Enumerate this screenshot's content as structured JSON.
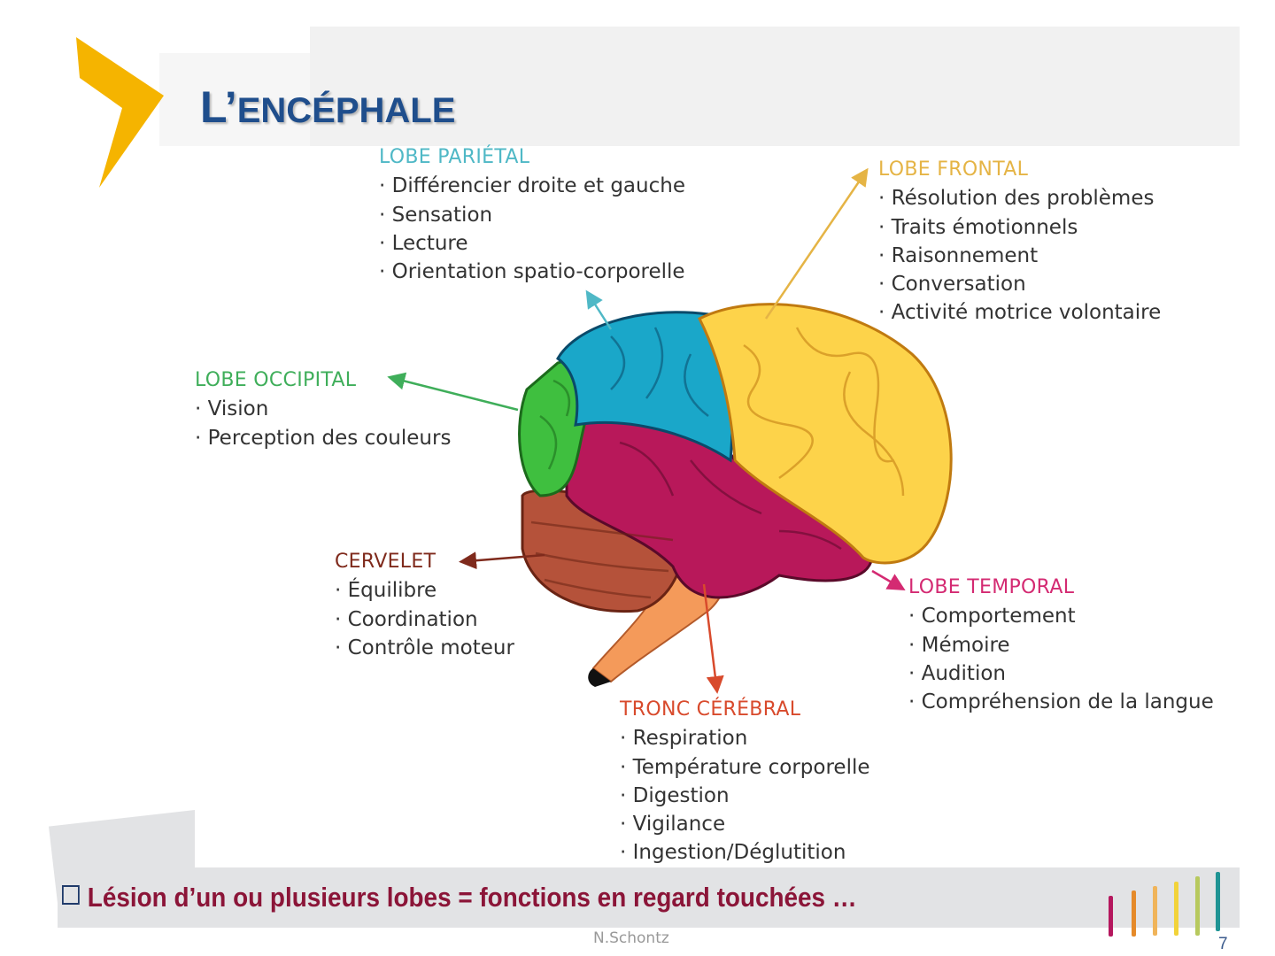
{
  "slide": {
    "title_initial": "L’",
    "title_rest": "ENCÉPHALE",
    "page_number": "7",
    "author": "N.Schontz",
    "conclusion": "Lésion d’un ou plusieurs lobes = fonctions en regard touchées …",
    "bullet_icon": "hollow-square-bullet",
    "accent_color": "#f5b400",
    "title_color": "#1f4e8c"
  },
  "lobes": {
    "parietal": {
      "title": "LOBE PARIÉTAL",
      "color": "#4fb8c6",
      "items": [
        "Différencier droite et gauche",
        "Sensation",
        "Lecture",
        "Orientation spatio-corporelle"
      ]
    },
    "frontal": {
      "title": "LOBE FRONTAL",
      "color": "#e5b445",
      "items": [
        "Résolution des problèmes",
        "Traits émotionnels",
        "Raisonnement",
        "Conversation",
        "Activité motrice volontaire"
      ]
    },
    "occipital": {
      "title": "LOBE OCCIPITAL",
      "color": "#3fae5a",
      "items": [
        "Vision",
        "Perception des couleurs"
      ]
    },
    "cervelet": {
      "title": "CERVELET",
      "color": "#7f2a1c",
      "items": [
        "Équilibre",
        "Coordination",
        "Contrôle moteur"
      ]
    },
    "temporal": {
      "title": "LOBE TEMPORAL",
      "color": "#d42a72",
      "items": [
        "Comportement",
        "Mémoire",
        "Audition",
        "Compréhension de la langue"
      ]
    },
    "tronc": {
      "title": "TRONC CÉRÉBRAL",
      "color": "#d84a2c",
      "items": [
        "Respiration",
        "Température corporelle",
        "Digestion",
        "Vigilance",
        "Ingestion/Déglutition"
      ]
    }
  },
  "logo_bar_colors": [
    "#b5175e",
    "#e58a2a",
    "#f0b45a",
    "#f2d33a",
    "#b7c95e",
    "#1f9494"
  ]
}
